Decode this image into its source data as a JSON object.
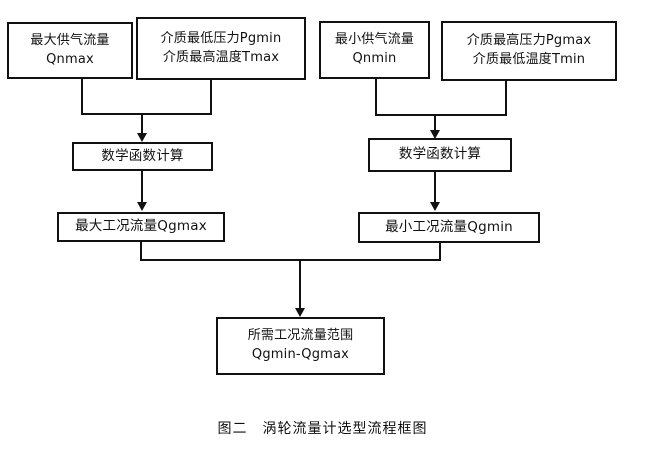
{
  "figure": {
    "caption": "图二　涡轮流量计选型流程框图",
    "background_color": "#ffffff",
    "line_color": "#111111"
  },
  "nodes": {
    "max_supply_flow": {
      "line1": "最大供气流量",
      "line2": "Qnmax"
    },
    "medium_min_pressure_max_temp": {
      "line1": "介质最低压力Pgmin",
      "line2": "介质最高温度Tmax"
    },
    "min_supply_flow": {
      "line1": "最小供气流量",
      "line2": "Qnmin"
    },
    "medium_max_pressure_min_temp": {
      "line1": "介质最高压力Pgmax",
      "line2": "介质最低温度Tmin"
    },
    "math_calc_left": {
      "line1": "数学函数计算"
    },
    "math_calc_right": {
      "line1": "数学函数计算"
    },
    "max_working_flow": {
      "line1": "最大工况流量Qgmax"
    },
    "min_working_flow": {
      "line1": "最小工况流量Qgmin"
    },
    "required_flow_range": {
      "line1": "所需工况流量范围",
      "line2": "Qgmin-Qgmax"
    }
  }
}
